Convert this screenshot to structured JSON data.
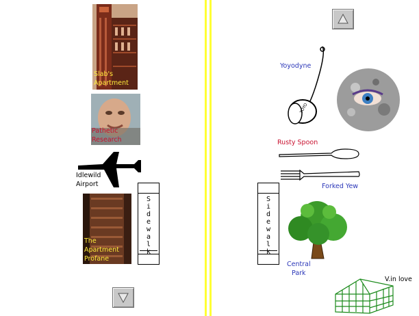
{
  "colors": {
    "divider": "#ffff33",
    "label_yellow": "#ffeb3b",
    "label_red": "#c8102e",
    "label_blue": "#2a36b8"
  },
  "left_pane": {
    "items": [
      {
        "label": "Slab's\nApartment",
        "icon": "building-photo-icon"
      },
      {
        "label": "Pathetic\nResearch",
        "icon": "face-photo-icon"
      },
      {
        "label": "Idlewild\nAirport",
        "icon": "airplane-icon"
      },
      {
        "label": "The\nApartment\nProfane",
        "icon": "tower-photo-icon"
      }
    ],
    "sidewalk_text": "Sidewalk",
    "scroll_down_icon": "down-arrow-icon"
  },
  "right_pane": {
    "items": [
      {
        "label": "Yoyodyne",
        "icon": "yoyo-icon"
      },
      {
        "label": "",
        "icon": "eye-moon-icon"
      },
      {
        "label": "Rusty Spoon",
        "icon": "spoon-icon"
      },
      {
        "label": "Forked Yew",
        "icon": "fork-icon"
      },
      {
        "label": "Central\nPark",
        "icon": "tree-icon"
      },
      {
        "label": "V.in love",
        "icon": "greenhouse-icon"
      }
    ],
    "sidewalk_text": "Sidewalk",
    "scroll_up_icon": "up-arrow-icon"
  }
}
